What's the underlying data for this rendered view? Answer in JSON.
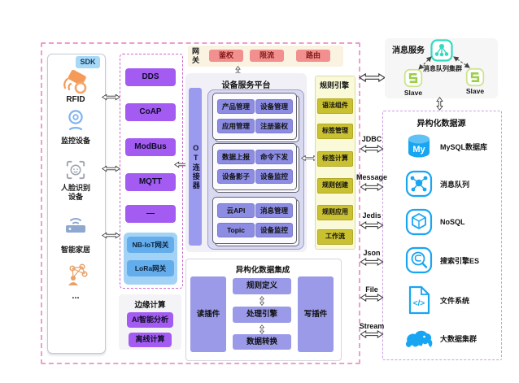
{
  "colors": {
    "outer_border": "#EE9ECC",
    "protocol_border": "#C969C9",
    "datasource_border": "#C9A0E4",
    "purple_button": "#A35BF2",
    "periwinkle_button": "#8C8CE2",
    "ot_bar": "#9A9AEE",
    "yellow_panel": "#FAFAD9",
    "yellow_button": "#C9C032",
    "red_button": "#F28F8F",
    "gateway_strip": "#FAF3E2",
    "blue_group": "#A2D3F6",
    "blue_button": "#63ADEC",
    "icon_blue": "#18A5F2",
    "teal": "#35D9C0",
    "slave_green": "#9CCF4B"
  },
  "left_panel": {
    "sdk_badge": "SDK",
    "devices": [
      {
        "label": "RFID",
        "icon": "rfid-icon"
      },
      {
        "label": "监控设备",
        "icon": "camera-icon"
      },
      {
        "label": "人脸识别设备",
        "icon": "face-scan-icon"
      },
      {
        "label": "智能家居",
        "icon": "router-icon"
      },
      {
        "label": "...",
        "icon": "network-cluster-icon"
      }
    ]
  },
  "protocols": {
    "items": [
      "DDS",
      "CoAP",
      "ModBus",
      "MQTT",
      "—"
    ],
    "gateways": [
      "NB-IoT网关",
      "LoRa网关"
    ]
  },
  "edge": {
    "title": "边缘计算",
    "items": [
      "AI智能分析",
      "离线计算"
    ]
  },
  "gateway": {
    "label": "网关",
    "items": [
      "鉴权",
      "限流",
      "路由"
    ]
  },
  "platform": {
    "title": "设备服务平台",
    "connector": "OT连接器",
    "cards": [
      [
        "产品管理",
        "设备管理",
        "应用管理",
        "注册鉴权"
      ],
      [
        "数据上报",
        "命令下发",
        "设备影子",
        "设备监控"
      ],
      [
        "云API",
        "消息管理",
        "Topic",
        "设备监控"
      ]
    ]
  },
  "rule_engine": {
    "title": "规则引擎",
    "items": [
      "语法组件",
      "标签管理",
      "标签计算",
      "规则创建",
      "规则应用",
      "工作流"
    ]
  },
  "integration": {
    "title": "异构化数据集成",
    "reader": "读插件",
    "pipeline": [
      "规则定义",
      "处理引擎",
      "数据转换"
    ],
    "writer": "写插件"
  },
  "message_service": {
    "title": "消息服务",
    "cluster_label": "消息队列集群",
    "slaves": [
      "Slave",
      "Slave"
    ]
  },
  "datasource": {
    "title": "异构化数据源",
    "items": [
      {
        "name": "MySQL数据库",
        "protocol": "JDBC",
        "icon": "mysql-icon",
        "icon_text": "My"
      },
      {
        "name": "消息队列",
        "protocol": "Message",
        "icon": "message-queue-icon"
      },
      {
        "name": "NoSQL",
        "protocol": "Jedis",
        "icon": "nosql-icon"
      },
      {
        "name": "搜索引擎ES",
        "protocol": "Json",
        "icon": "elasticsearch-icon"
      },
      {
        "name": "文件系统",
        "protocol": "File",
        "icon": "file-system-icon",
        "icon_text": "</>"
      },
      {
        "name": "大数据集群",
        "protocol": "Stream",
        "icon": "hadoop-elephant-icon"
      }
    ]
  }
}
